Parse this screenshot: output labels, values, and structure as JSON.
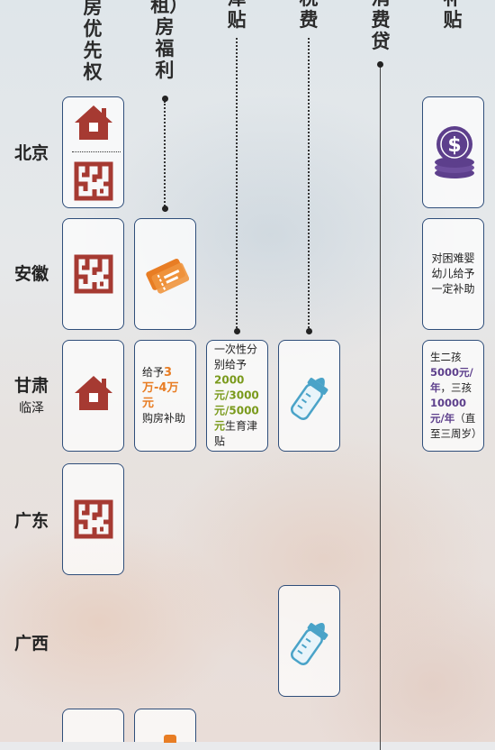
{
  "headers": [
    {
      "id": "housing-priority",
      "text": "房优先权"
    },
    {
      "id": "rent-benefit",
      "text": "租）房福利"
    },
    {
      "id": "allowance",
      "text": "津贴"
    },
    {
      "id": "tax-fee",
      "text": "税费"
    },
    {
      "id": "consumer-loan",
      "text": "消费贷"
    },
    {
      "id": "subsidy",
      "text": "补贴"
    }
  ],
  "cities": {
    "beijing": {
      "name": "北京"
    },
    "anhui": {
      "name": "安徽"
    },
    "gansu": {
      "name": "甘肃",
      "sub": "临泽"
    },
    "guangdong": {
      "name": "广东"
    },
    "guangxi": {
      "name": "广西"
    }
  },
  "cards": {
    "anhui_subsidy": "对困难婴幼儿给予一定补助",
    "gansu_rent": {
      "prefix": "给予",
      "amount": "3万-4万元",
      "suffix": "购房补助"
    },
    "gansu_allowance": {
      "prefix": "一次性分别给予",
      "amounts": "2000元/3000元/5000元",
      "suffix": "生育津贴"
    },
    "gansu_subsidy": {
      "prefix": "生二孩",
      "amount1": "5000元/年",
      "mid": "，三孩",
      "amount2": "10000元/年",
      "suffix": "（直至三周岁）"
    }
  },
  "icons": [
    "house-icon",
    "floorplan-icon",
    "coins-dollar-icon",
    "ticket-icon",
    "baby-bottle-icon"
  ],
  "colors": {
    "house": "#a63a32",
    "orange": "#e87d24",
    "purple": "#5d3f8c",
    "bottle": "#4aa3c8",
    "border": "#2f4e7a"
  }
}
